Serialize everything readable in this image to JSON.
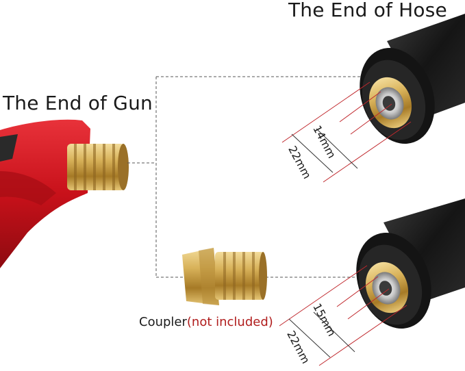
{
  "labels": {
    "hose_end": "The End of Hose",
    "gun_end": "The End of Gun",
    "coupler": "Coupler",
    "coupler_open": "(",
    "coupler_note": "not included",
    "coupler_close": ")"
  },
  "dimensions": {
    "top_inner": "14mm",
    "top_outer": "22mm",
    "bottom_inner": "15mm",
    "bottom_outer": "22mm"
  },
  "colors": {
    "gun_red": "#d0141c",
    "brass": "#c9a24a",
    "hose_black": "#1b1b1b",
    "dimension_line": "#c0282d",
    "note_text": "#b01c1c"
  }
}
